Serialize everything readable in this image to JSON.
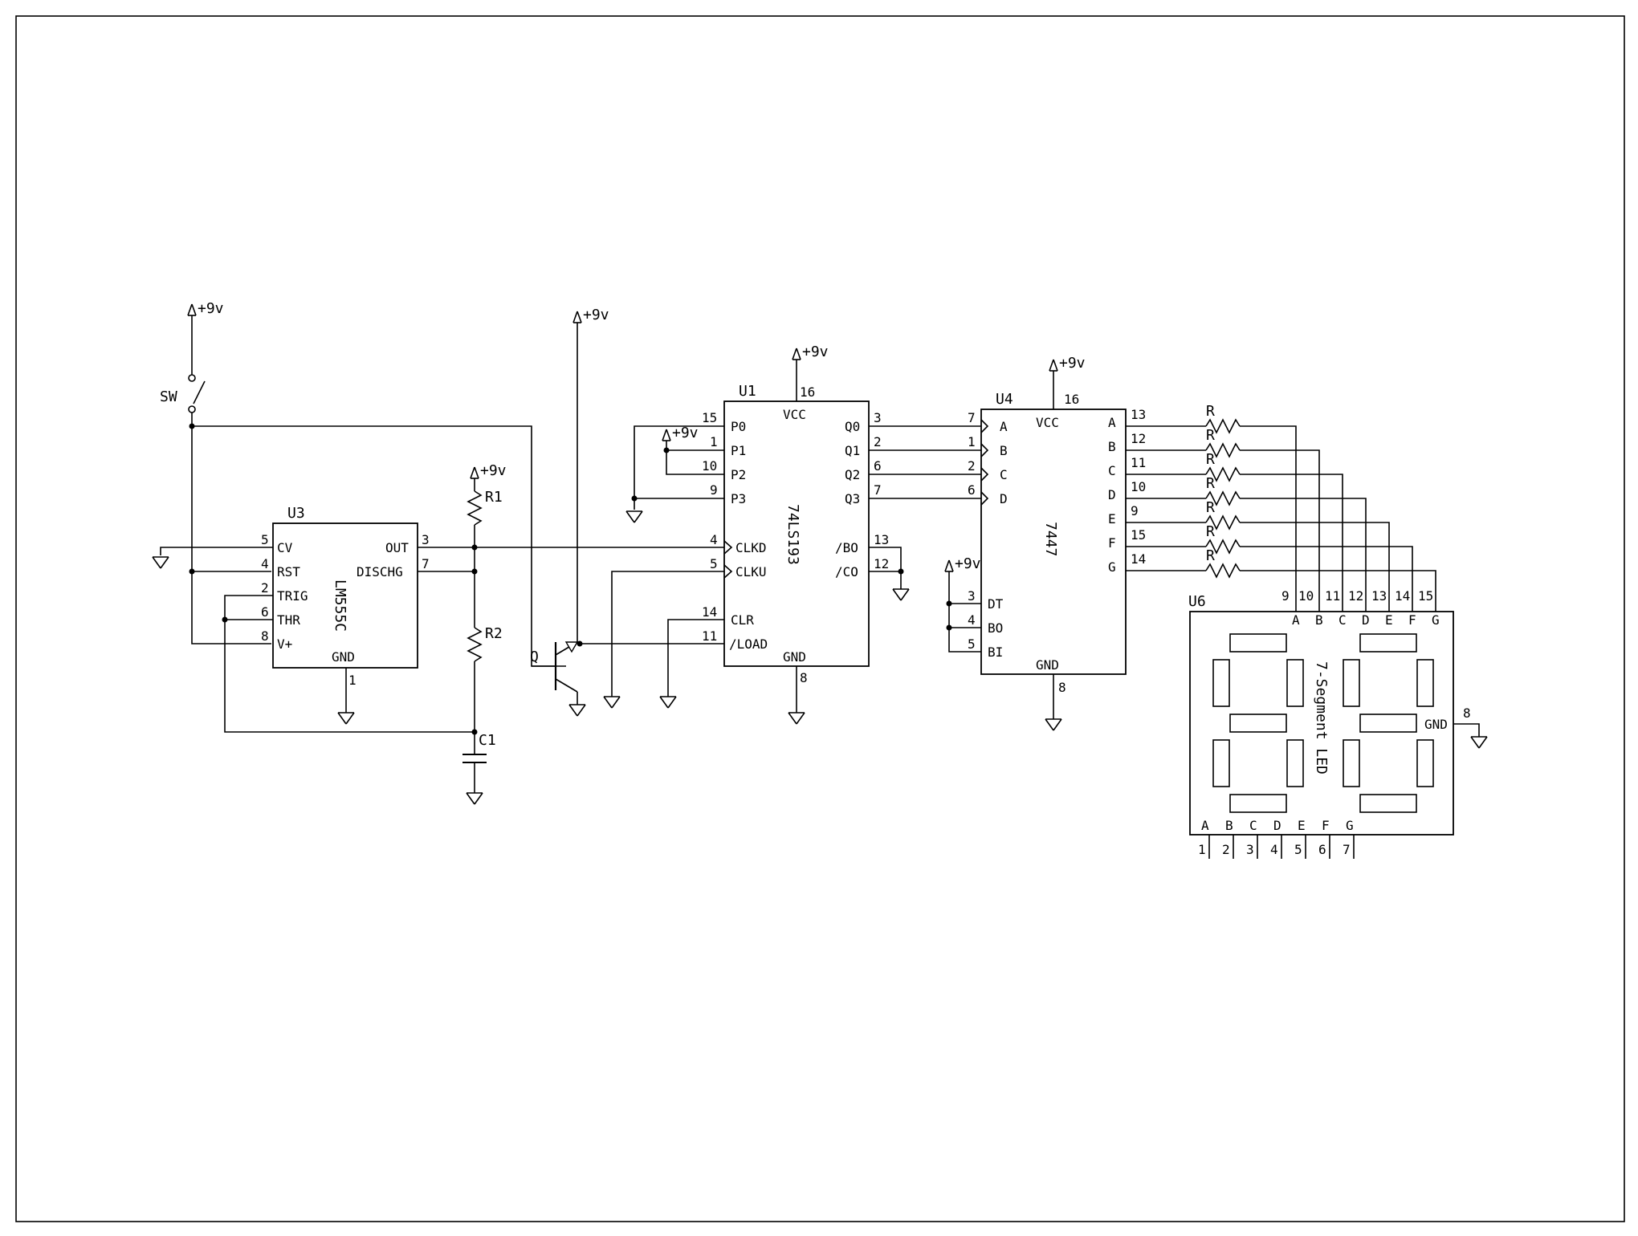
{
  "supply": "+9v",
  "switch": {
    "ref": "SW"
  },
  "transistor": {
    "ref": "Q"
  },
  "resistors": {
    "r1": "R1",
    "r2": "R2",
    "seg": "R"
  },
  "capacitor": {
    "ref": "C1"
  },
  "u3": {
    "ref": "U3",
    "part": "LM555C",
    "left": [
      {
        "num": "5",
        "name": "CV"
      },
      {
        "num": "4",
        "name": "RST"
      },
      {
        "num": "2",
        "name": "TRIG"
      },
      {
        "num": "6",
        "name": "THR"
      },
      {
        "num": "8",
        "name": "V+"
      }
    ],
    "right": [
      {
        "num": "3",
        "name": "OUT"
      },
      {
        "num": "7",
        "name": "DISCHG"
      }
    ],
    "gnd": {
      "num": "1",
      "name": "GND"
    }
  },
  "u1": {
    "ref": "U1",
    "part": "74LS193",
    "vcc": {
      "num": "16",
      "name": "VCC"
    },
    "gnd": {
      "num": "8",
      "name": "GND"
    },
    "left": [
      {
        "num": "15",
        "name": "P0"
      },
      {
        "num": "1",
        "name": "P1"
      },
      {
        "num": "10",
        "name": "P2"
      },
      {
        "num": "9",
        "name": "P3"
      },
      {
        "num": "4",
        "name": "CLKD"
      },
      {
        "num": "5",
        "name": "CLKU"
      },
      {
        "num": "14",
        "name": "CLR"
      },
      {
        "num": "11",
        "name": "/LOAD"
      }
    ],
    "right": [
      {
        "num": "3",
        "name": "Q0"
      },
      {
        "num": "2",
        "name": "Q1"
      },
      {
        "num": "6",
        "name": "Q2"
      },
      {
        "num": "7",
        "name": "Q3"
      },
      {
        "num": "13",
        "name": "/BO"
      },
      {
        "num": "12",
        "name": "/CO"
      }
    ]
  },
  "u4": {
    "ref": "U4",
    "part": "7447",
    "vcc": {
      "num": "16",
      "name": "VCC"
    },
    "gnd": {
      "num": "8",
      "name": "GND"
    },
    "left": [
      {
        "num": "7",
        "name": "A"
      },
      {
        "num": "1",
        "name": "B"
      },
      {
        "num": "2",
        "name": "C"
      },
      {
        "num": "6",
        "name": "D"
      },
      {
        "num": "3",
        "name": "DT"
      },
      {
        "num": "4",
        "name": "BO"
      },
      {
        "num": "5",
        "name": "BI"
      }
    ],
    "right": [
      {
        "num": "13",
        "name": "A"
      },
      {
        "num": "12",
        "name": "B"
      },
      {
        "num": "11",
        "name": "C"
      },
      {
        "num": "10",
        "name": "D"
      },
      {
        "num": "9",
        "name": "E"
      },
      {
        "num": "15",
        "name": "F"
      },
      {
        "num": "14",
        "name": "G"
      }
    ]
  },
  "u6": {
    "ref": "U6",
    "part": "7-Segment LED",
    "top": [
      {
        "num": "9",
        "name": "A"
      },
      {
        "num": "10",
        "name": "B"
      },
      {
        "num": "11",
        "name": "C"
      },
      {
        "num": "12",
        "name": "D"
      },
      {
        "num": "13",
        "name": "E"
      },
      {
        "num": "14",
        "name": "F"
      },
      {
        "num": "15",
        "name": "G"
      }
    ],
    "bottom": [
      {
        "num": "1",
        "name": "A"
      },
      {
        "num": "2",
        "name": "B"
      },
      {
        "num": "3",
        "name": "C"
      },
      {
        "num": "4",
        "name": "D"
      },
      {
        "num": "5",
        "name": "E"
      },
      {
        "num": "6",
        "name": "F"
      },
      {
        "num": "7",
        "name": "G"
      }
    ],
    "gnd": {
      "num": "8",
      "name": "GND"
    }
  }
}
